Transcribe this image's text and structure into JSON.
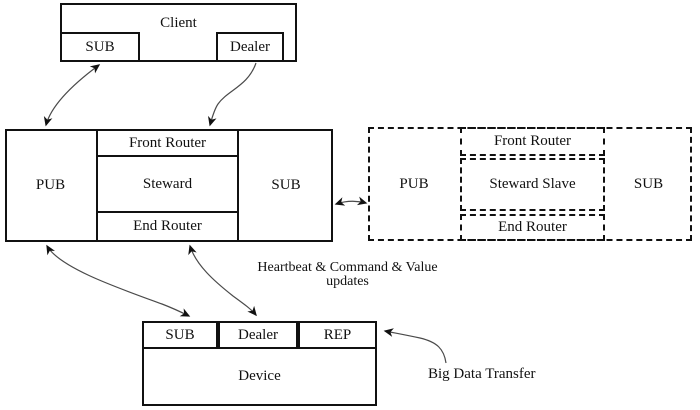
{
  "client": {
    "label": "Client",
    "sub": "SUB",
    "dealer": "Dealer"
  },
  "steward": {
    "pub": "PUB",
    "front_router": "Front Router",
    "core": "Steward",
    "end_router": "End Router",
    "sub": "SUB"
  },
  "steward_slave": {
    "pub": "PUB",
    "front_router": "Front Router",
    "core": "Steward Slave",
    "end_router": "End Router",
    "sub": "SUB"
  },
  "device": {
    "sub": "SUB",
    "dealer": "Dealer",
    "rep": "REP",
    "label": "Device"
  },
  "annotations": {
    "heartbeat_line1": "Heartbeat & Command & Value",
    "heartbeat_line2": "updates",
    "big_data_transfer": "Big Data Transfer"
  },
  "colors": {
    "line": "#111111",
    "arrow": "#4a4a4a",
    "background": "#ffffff"
  }
}
